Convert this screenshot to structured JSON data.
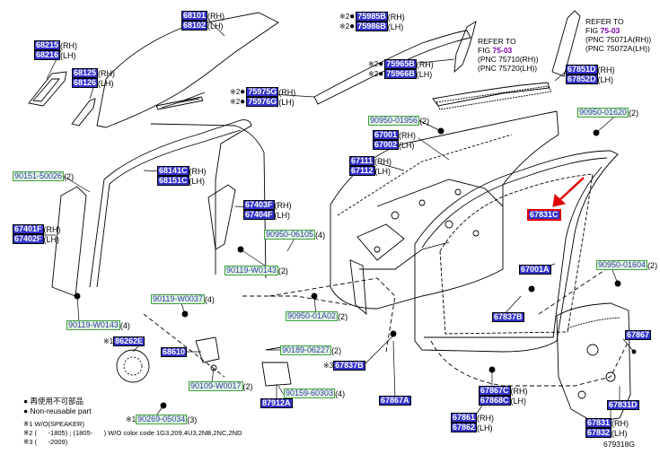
{
  "colors": {
    "blue_box": "#3333cc",
    "green_box_bg": "#e4f4e0",
    "green_box_text": "#2a40a8",
    "highlight": "#e00000"
  },
  "figure_number": "679318G",
  "references": {
    "top_right": {
      "line1": "REFER TO",
      "line2": "FIG",
      "fig": "75-03",
      "line3": "(PNC 75071A(RH))",
      "line4": "(PNC 75072A(LH))"
    },
    "middle": {
      "line1": "REFER TO",
      "line2": "FIG",
      "fig": "75-03",
      "line3": "(PNC 75710(RH))",
      "line4": "(PNC 75720(LH))"
    }
  },
  "legend": {
    "item1_icon": "●",
    "item1": "再使用不可部品",
    "item2_icon": "●",
    "item2": "Non-reusable part"
  },
  "footnotes": {
    "n1": "※1 W/O(SPEAKER)",
    "n2": "※2 (      -1805) ; (1805-      ) W/O color code 1G3,209,4U3,2NB,2NC,2ND",
    "n3": "※3 (      -2009)"
  },
  "parts": {
    "p68101": "68101",
    "p68102": "68102",
    "p68215": "68215",
    "p68216": "68216",
    "p68125": "68125",
    "p68126": "68126",
    "p75985": "75985B",
    "p75986": "75986B",
    "p75965": "75965B",
    "p75966": "75966B",
    "p75975": "75975G",
    "p75976": "75976G",
    "p90950_01956": "90950-01956",
    "p67001": "67001",
    "p67002": "67002",
    "p67851": "67851D",
    "p67852": "67852D",
    "p90950_01620": "90950-01620",
    "p67111": "67111",
    "p67112": "67112",
    "p90151_50026": "90151-50026",
    "p68141": "68141C",
    "p68151": "68151C",
    "p67403": "67403F",
    "p67404": "67404F",
    "p67831c": "67831C",
    "p67401": "67401F",
    "p67402": "67402F",
    "p90950_06105": "90950-06105",
    "p67001a": "67001A",
    "p90950_01604": "90950-01604",
    "p90119_w0143a": "90119-W0143",
    "p90119_w0037": "90119-W0037",
    "p90950_01a02": "90950-01A02",
    "p67837b": "67837B",
    "p90119_w0143b": "90119-W0143",
    "p86262e": "86262E",
    "p68610": "68610",
    "p90189_06227": "90189-06227",
    "p67837b2": "67837B",
    "p67867": "67867",
    "p90109_w0017": "90109-W0017",
    "p90159_60303": "90159-60303",
    "p87912a": "87912A",
    "p67867a": "67867A",
    "p67867c": "67867C",
    "p67868c": "67868C",
    "p67831d": "67831D",
    "p90269_05034": "90269-05034",
    "p67861": "67861",
    "p67862": "67862",
    "p67831": "67831",
    "p67832": "67832"
  },
  "text": {
    "rh": "(RH)",
    "lh": "(LH)",
    "q2": "(2)",
    "q4": "(4)",
    "q3": "(3)",
    "mark1": "※1",
    "mark2": "※2",
    "mark3": "※3",
    "dot": "●"
  }
}
